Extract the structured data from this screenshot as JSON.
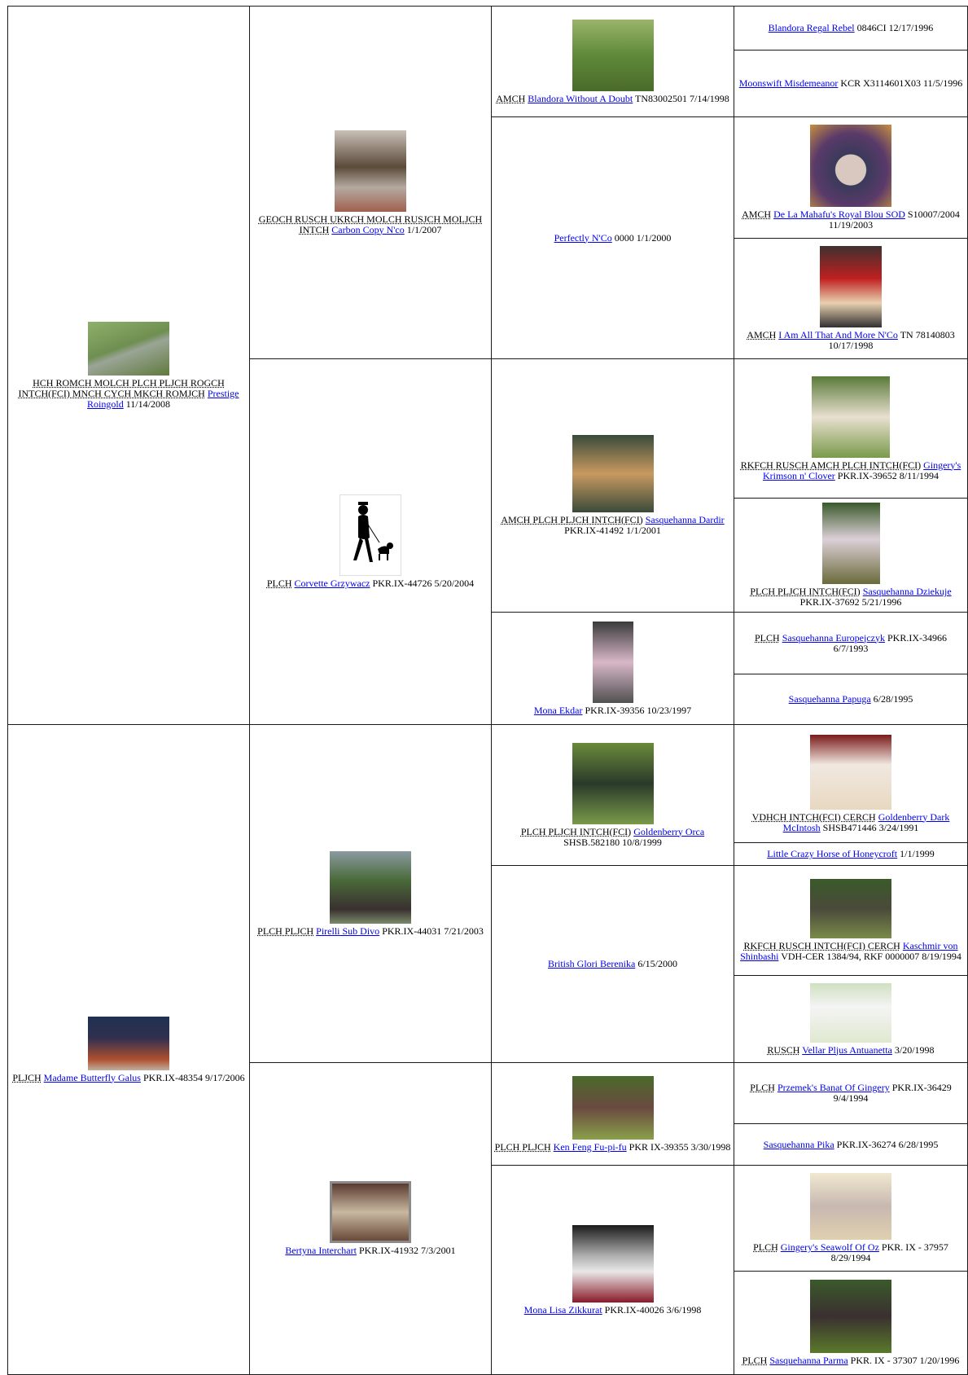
{
  "dogs": [
    {
      "title": "HCH ROMCH MOLCH PLCH PLJCH ROGCH INTCH(FCI) MNCH CYCH MKCH ROMJCH",
      "name": "Prestige Roingold",
      "info": "11/14/2008"
    },
    {
      "title": "GEOCH RUSCH UKRCH MOLCH RUSJCH MOLJCH INTCH",
      "name": "Carbon Copy N'co",
      "info": "1/1/2007"
    },
    {
      "title": "AMCH",
      "name": "Blandora Without A Doubt",
      "info": "TN83002501 7/14/1998"
    },
    {
      "title": "",
      "name": "Blandora Regal Rebel",
      "info": "0846CI 12/17/1996"
    },
    {
      "title": "",
      "name": "Moonswift Misdemeanor",
      "info": "KCR X3114601X03 11/5/1996"
    },
    {
      "title": "",
      "name": "Perfectly N'Co",
      "info": "0000 1/1/2000"
    },
    {
      "title": "AMCH",
      "name": "De La Mahafu's Royal Blou SOD",
      "info": "S10007/2004 11/19/2003"
    },
    {
      "title": "AMCH",
      "name": "I Am All That And More N'Co",
      "info": "TN 78140803 10/17/1998"
    },
    {
      "title": "PLCH",
      "name": "Corvette Grzywacz",
      "info": "PKR.IX-44726 5/20/2004"
    },
    {
      "title": "AMCH PLCH PLJCH INTCH(FCI)",
      "name": "Sasquehanna Dardir",
      "info": "PKR.IX-41492 1/1/2001"
    },
    {
      "title": "RKFCH RUSCH AMCH PLCH INTCH(FCI)",
      "name": "Gingery's Krimson n' Clover",
      "info": "PKR.IX-39652 8/11/1994"
    },
    {
      "title": "PLCH PLJCH INTCH(FCI)",
      "name": "Sasquehanna Dziekuje",
      "info": "PKR.IX-37692 5/21/1996"
    },
    {
      "title": "",
      "name": "Mona Ekdar",
      "info": "PKR.IX-39356 10/23/1997"
    },
    {
      "title": "PLCH",
      "name": "Sasquehanna Europejczyk",
      "info": "PKR.IX-34966 6/7/1993"
    },
    {
      "title": "",
      "name": "Sasquehanna Papuga",
      "info": "6/28/1995"
    },
    {
      "title": "PLJCH",
      "name": "Madame Butterfly Galus",
      "info": "PKR.IX-48354 9/17/2006"
    },
    {
      "title": "PLCH PLJCH",
      "name": "Pirelli Sub Divo",
      "info": "PKR.IX-44031 7/21/2003"
    },
    {
      "title": "PLCH PLJCH INTCH(FCI)",
      "name": "Goldenberry Orca",
      "info": "SHSB.582180 10/8/1999"
    },
    {
      "title": "VDHCH INTCH(FCI) CERCH",
      "name": "Goldenberry Dark McIntosh",
      "info": "SHSB471446 3/24/1991"
    },
    {
      "title": "",
      "name": "Little Crazy Horse of Honeycroft",
      "info": "1/1/1999"
    },
    {
      "title": "",
      "name": "British Glori Berenika",
      "info": "6/15/2000"
    },
    {
      "title": "RKFCH RUSCH INTCH(FCI) CERCH",
      "name": "Kaschmir von Shinbashi",
      "info": "VDH-CER 1384/94, RKF 0000007 8/19/1994"
    },
    {
      "title": "RUSCH",
      "name": "Vellar Pljus Antuanetta",
      "info": "3/20/1998"
    },
    {
      "title": "",
      "name": "Bertyna Interchart",
      "info": "PKR.IX-41932 7/3/2001"
    },
    {
      "title": "PLCH PLJCH",
      "name": "Ken Feng Fu-pi-fu",
      "info": "PKR IX-39355 3/30/1998"
    },
    {
      "title": "PLCH",
      "name": "Przemek's Banat Of Gingery",
      "info": "PKR.IX-36429 9/4/1994"
    },
    {
      "title": "",
      "name": "Sasquehanna Pika",
      "info": "PKR.IX-36274 6/28/1995"
    },
    {
      "title": "",
      "name": "Mona Lisa Zikkurat",
      "info": "PKR.IX-40026 3/6/1998"
    },
    {
      "title": "PLCH",
      "name": "Gingery's Seawolf Of Oz",
      "info": "PKR. IX - 37957 8/29/1994"
    },
    {
      "title": "PLCH",
      "name": "Sasquehanna Parma",
      "info": "PKR. IX - 37307 1/20/1996"
    }
  ]
}
